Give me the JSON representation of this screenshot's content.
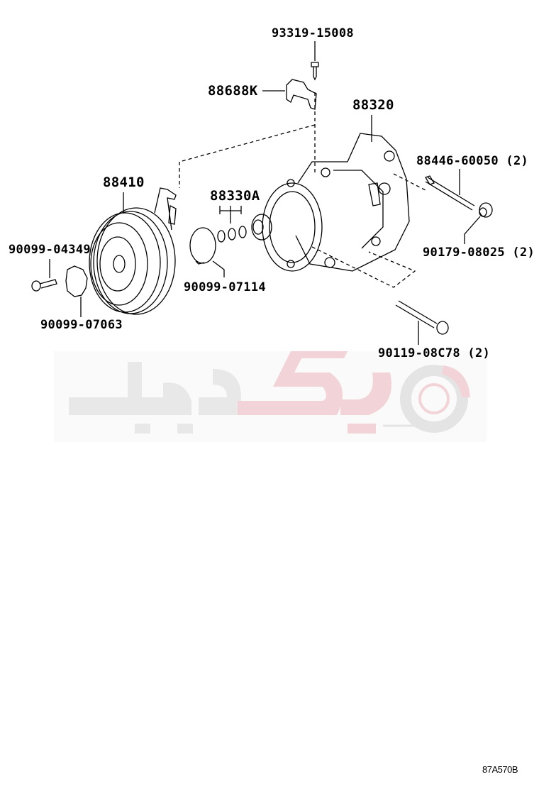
{
  "diagram": {
    "parts": [
      {
        "id": "screw-top",
        "label": "93319-15008"
      },
      {
        "id": "bracket",
        "label": "88688K"
      },
      {
        "id": "compressor",
        "label": "88320"
      },
      {
        "id": "stud-bolt",
        "label": "88446-60050 (2)"
      },
      {
        "id": "clutch-pulley",
        "label": "88410"
      },
      {
        "id": "shim-set",
        "label": "88330A"
      },
      {
        "id": "clutch-bolt",
        "label": "90099-04349"
      },
      {
        "id": "nut",
        "label": "90179-08025 (2)"
      },
      {
        "id": "snap-ring",
        "label": "90099-07114"
      },
      {
        "id": "gasket",
        "label": "90099-07063"
      },
      {
        "id": "mount-bolt",
        "label": "90119-08C78 (2)"
      }
    ],
    "figure_code": "87A570B"
  },
  "watermark": {
    "logo_text": "یدکیجات",
    "colors": {
      "gray": "#e6e6e6",
      "red": "#f3d7da"
    }
  }
}
